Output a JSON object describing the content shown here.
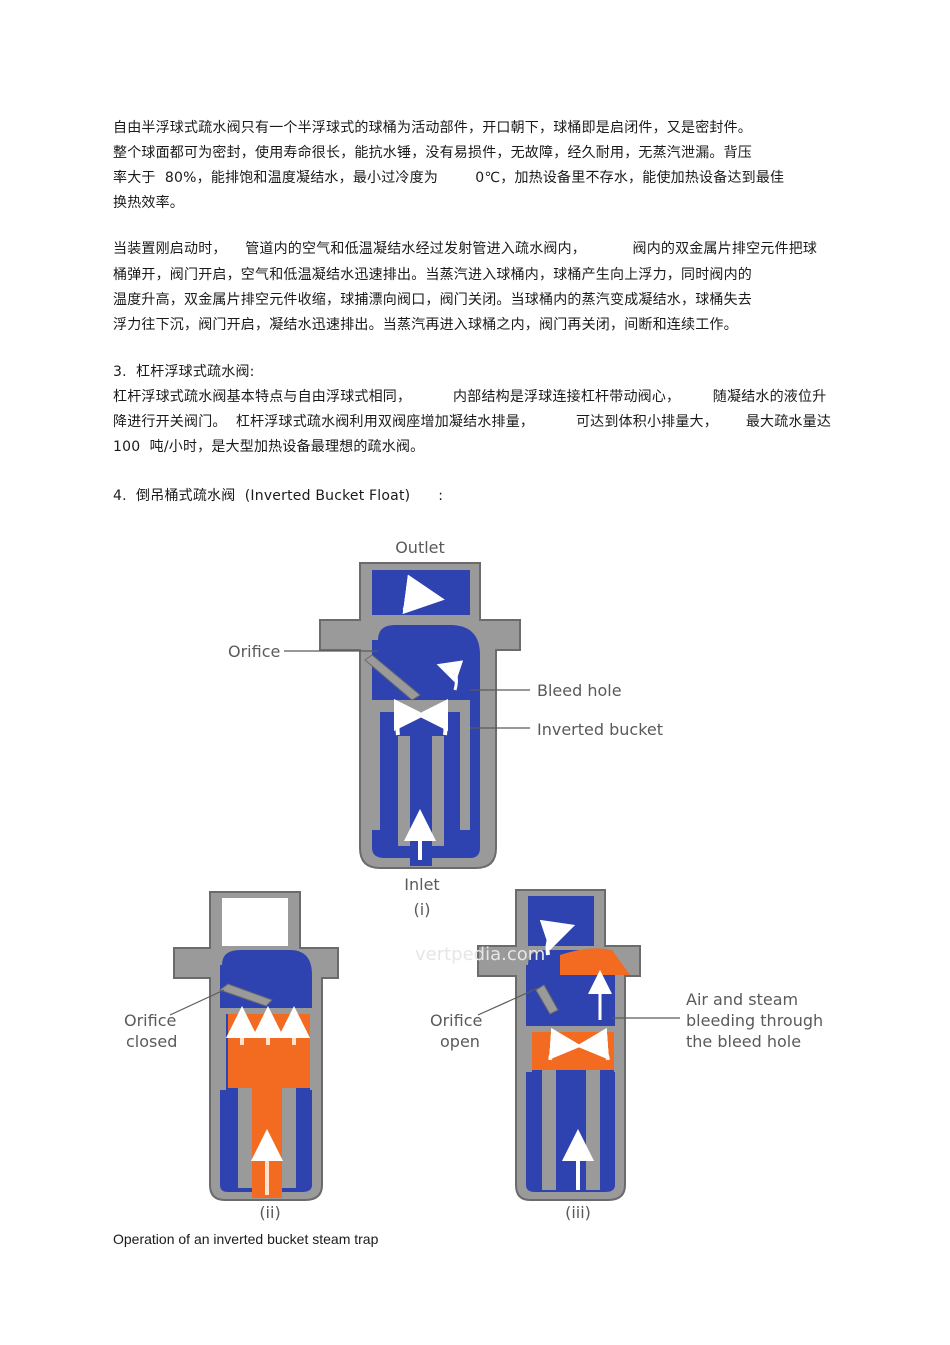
{
  "para1": [
    "自由半浮球式疏水阀只有一个半浮球式的球桶为活动部件，开口朝下，球桶即是启闭件，又是密封件。",
    "整个球面都可为密封，使用寿命很长，能抗水锤，没有易损件，无故障，经久耐用，无蒸汽泄漏。背压",
    "率大于  80%，能排饱和温度凝结水，最小过冷度为        0℃，加热设备里不存水，能使加热设备达到最佳",
    "换热效率。"
  ],
  "para2": [
    "当装置刚启动时，    管道内的空气和低温凝结水经过发射管进入疏水阀内，          阀内的双金属片排空元件把球",
    "桶弹开，阀门开启，空气和低温凝结水迅速排出。当蒸汽进入球桶内，球桶产生向上浮力，同时阀内的",
    "温度升高，双金属片排空元件收缩，球捕漂向阀口，阀门关闭。当球桶内的蒸汽变成凝结水，球桶失去",
    "浮力往下沉，阀门开启，凝结水迅速排出。当蒸汽再进入球桶之内，阀门再关闭，间断和连续工作。"
  ],
  "section3": {
    "heading": "3.  杠杆浮球式疏水阀:",
    "lines": [
      "杠杆浮球式疏水阀基本特点与自由浮球式相同，         内部结构是浮球连接杠杆带动阀心，       随凝结水的液位升",
      "降进行开关阀门。  杠杆浮球式疏水阀利用双阀座增加凝结水排量，         可达到体积小排量大，      最大疏水量达",
      "100  吨/小时，是大型加热设备最理想的疏水阀。"
    ]
  },
  "section4": {
    "heading": "4.  倒吊桶式疏水阀  (Inverted Bucket Float)      :"
  },
  "diagram": {
    "labels": {
      "outlet": "Outlet",
      "orifice": "Orifice",
      "bleed_hole": "Bleed hole",
      "inverted_bucket": "Inverted bucket",
      "inlet": "Inlet",
      "fig_i": "(i)",
      "orifice_closed_1": "Orifice",
      "orifice_closed_2": "closed",
      "orifice_open_1": "Orifice",
      "orifice_open_2": "open",
      "air_steam_1": "Air and steam",
      "air_steam_2": "bleeding through",
      "air_steam_3": "the bleed hole",
      "fig_ii": "(ii)",
      "fig_iii": "(iii)",
      "watermark": "vertpedia.com"
    },
    "colors": {
      "water": "#2f43b0",
      "steam": "#f36a21",
      "body": "#9a9a9a",
      "body_dark": "#6b6b6b"
    }
  },
  "caption": "Operation of an inverted bucket steam trap"
}
